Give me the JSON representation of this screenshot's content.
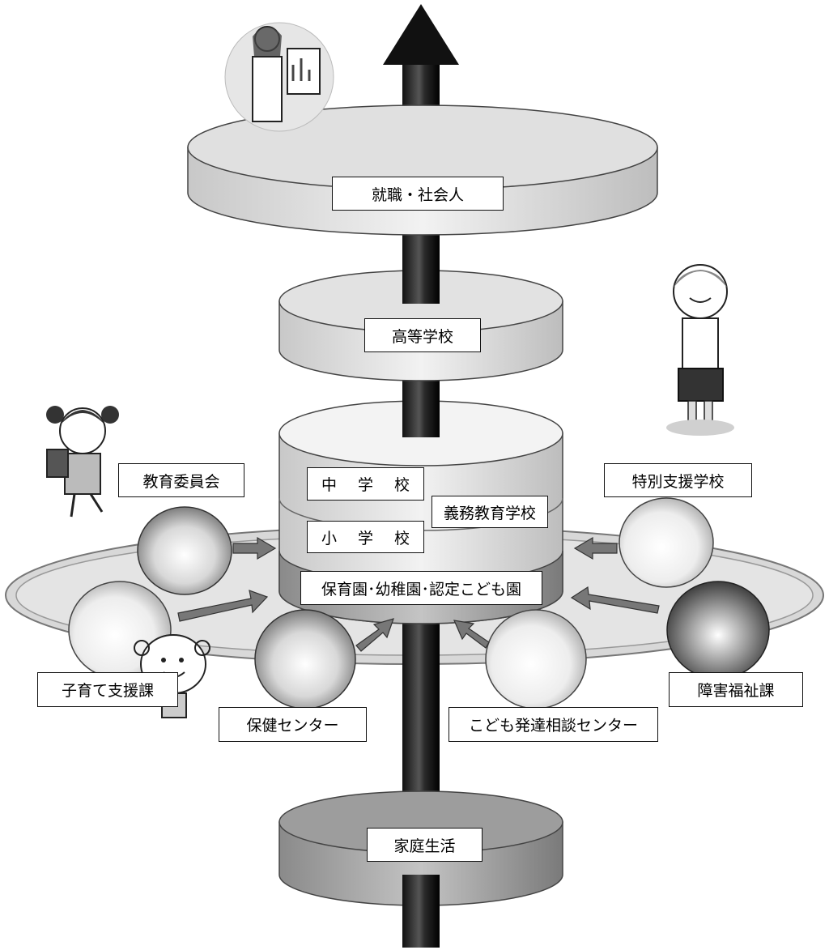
{
  "stages": {
    "work": "就職・社会人",
    "high": "高等学校",
    "junior": "中 学 校",
    "compulsory": "義務教育学校",
    "elementary": "小 学 校",
    "preschool": "保育園･幼稚園･認定こども園",
    "home": "家庭生活"
  },
  "agencies": {
    "board": "教育委員会",
    "special": "特別支援学校",
    "childcare": "子育て支援課",
    "welfare": "障害福祉課",
    "health": "保健センター",
    "development": "こども発達相談センター"
  }
}
